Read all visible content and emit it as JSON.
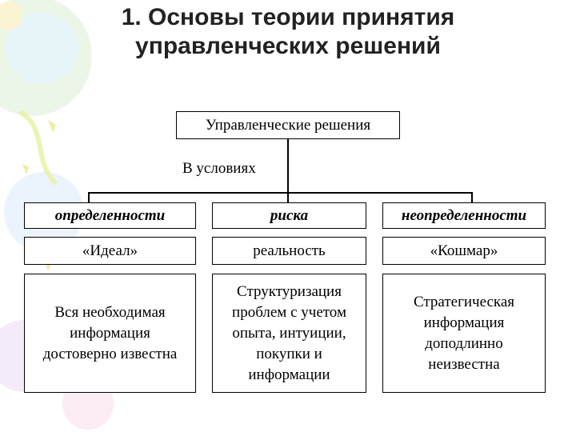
{
  "slide": {
    "title_line1": "1. Основы теории принятия",
    "title_line2": "управленческих решений"
  },
  "diagram": {
    "root": "Управленческие решения",
    "condition": "В условиях",
    "columns": [
      {
        "header": "определенности",
        "label": "«Идеал»",
        "desc_lines": [
          "Вся необходимая",
          "информация",
          "достоверно известна"
        ]
      },
      {
        "header": "риска",
        "label": "реальность",
        "desc_lines": [
          "Структуризация",
          "проблем с учетом",
          "опыта, интуиции,",
          "покупки и",
          "информации"
        ]
      },
      {
        "header": "неопределенности",
        "label": "«Кошмар»",
        "desc_lines": [
          "Стратегическая",
          "информация",
          "доподлинно",
          "неизвестна"
        ]
      }
    ]
  }
}
